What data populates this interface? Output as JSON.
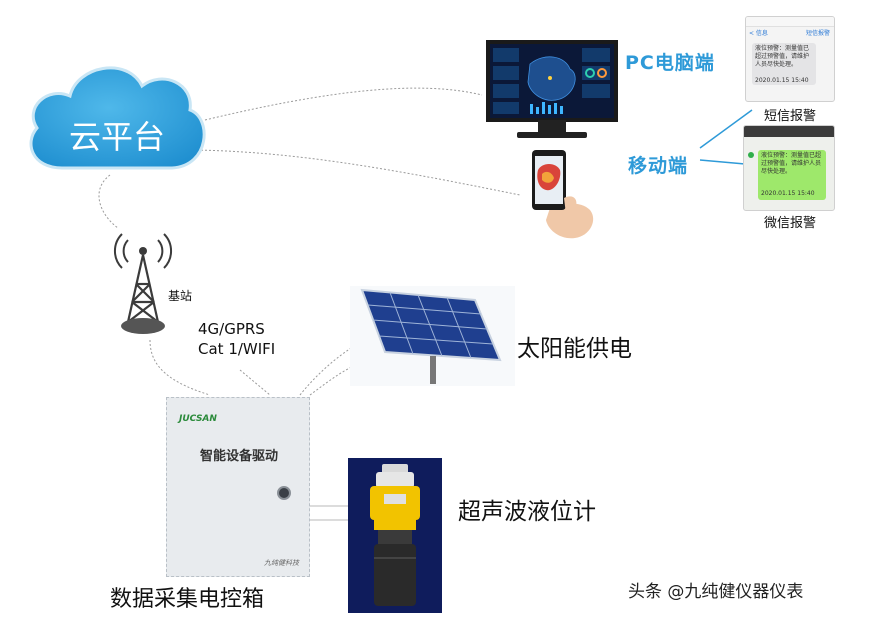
{
  "cloud": {
    "label": "云平台"
  },
  "base_station": {
    "label": "基站"
  },
  "network": {
    "line1": "4G/GPRS",
    "line2": "Cat 1/WIFI"
  },
  "pc": {
    "label": "PC电脑端"
  },
  "mobile": {
    "label": "移动端"
  },
  "sms": {
    "label": "短信报警",
    "back": "< 信息",
    "details": "短信报警",
    "message": "液位预警：测量值已超过预警值，请维护人员尽快处理。",
    "time": "2020.01.15  15:40"
  },
  "wechat": {
    "label": "微信报警",
    "message": "液位预警：测量值已超过预警值，请维护人员尽快处理。",
    "time": "2020.01.15  15:40"
  },
  "solar": {
    "label": "太阳能供电"
  },
  "sensor": {
    "label": "超声波液位计"
  },
  "control_box": {
    "label": "数据采集电控箱",
    "brand": "JUCSAN",
    "title": "智能设备驱动",
    "maker": "九纯健科技"
  },
  "watermark": "头条 @九纯健仪器仪表",
  "colors": {
    "cloud": "#29a0dc",
    "accent": "#2e9ad8",
    "sensor_yellow": "#f2c300"
  }
}
